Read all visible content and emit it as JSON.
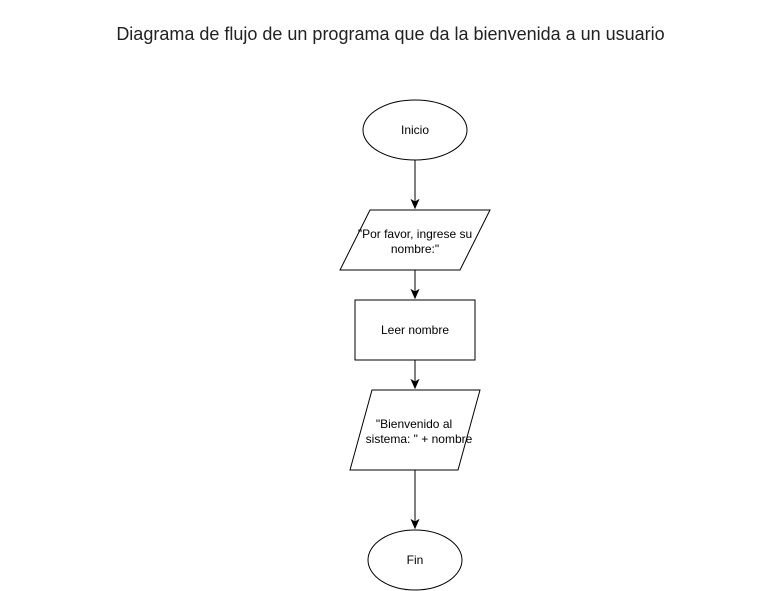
{
  "diagram": {
    "title": "Diagrama de flujo de un programa que da la bienvenida a un usuario",
    "nodes": {
      "start": {
        "shape": "ellipse",
        "label": "Inicio"
      },
      "prompt": {
        "shape": "parallelogram",
        "lines": [
          "\"Por favor, ingrese su",
          "nombre:\""
        ]
      },
      "read": {
        "shape": "rectangle",
        "label": "Leer nombre"
      },
      "output": {
        "shape": "parallelogram",
        "lines": [
          "\"Bienvenido al",
          "sistema: \" + nombre"
        ]
      },
      "end": {
        "shape": "ellipse",
        "label": "Fin"
      }
    },
    "edges": [
      {
        "from": "start",
        "to": "prompt"
      },
      {
        "from": "prompt",
        "to": "read"
      },
      {
        "from": "read",
        "to": "output"
      },
      {
        "from": "output",
        "to": "end"
      }
    ]
  }
}
